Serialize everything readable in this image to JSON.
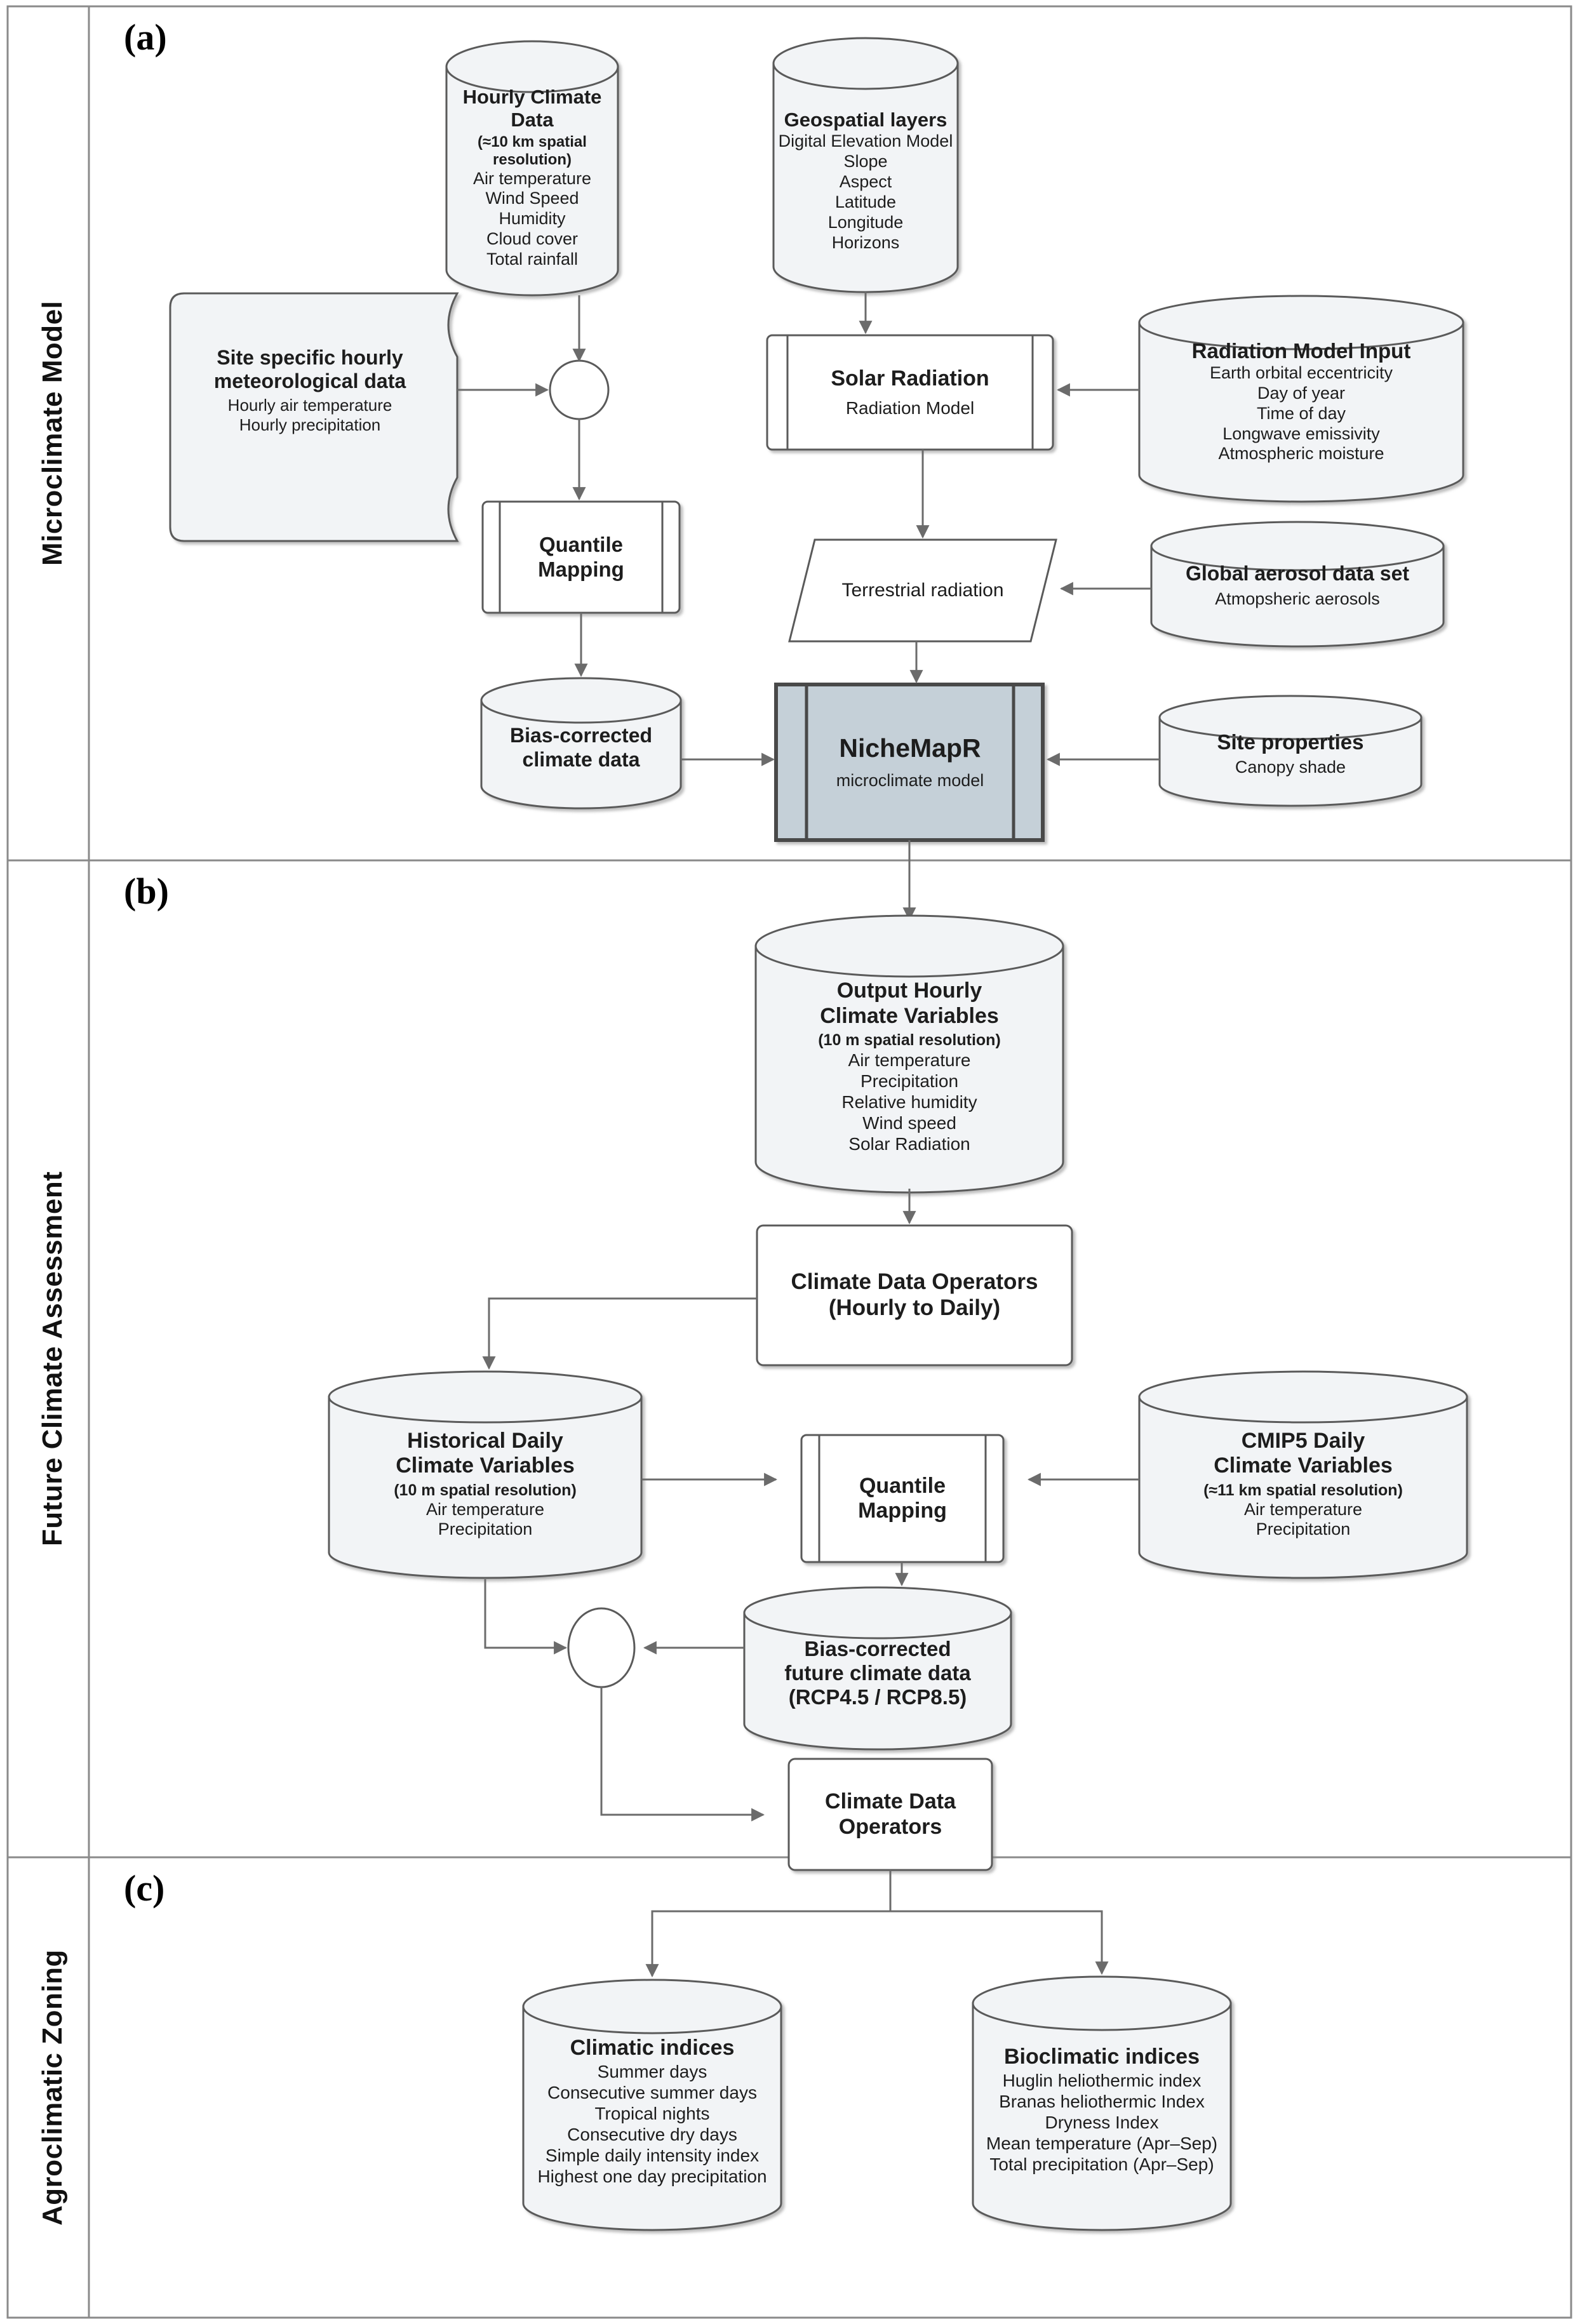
{
  "figure": {
    "panels": [
      {
        "tag": "(a)",
        "label": "Microclimate Model"
      },
      {
        "tag": "(b)",
        "label": "Future Climate Assessment"
      },
      {
        "tag": "(c)",
        "label": "Agroclimatic Zoning"
      }
    ],
    "colors": {
      "node_fill": "#f2f4f6",
      "node_stroke": "#5a5a5a",
      "highlight_fill": "#c5d0d8",
      "highlight_stroke": "#4a4a4a",
      "connector": "#6b6b6b",
      "frame": "#8a8a8a"
    }
  },
  "nodes": {
    "hourly_climate_data": {
      "title": "Hourly Climate Data",
      "subtitle": "(≈10 km spatial resolution)",
      "items": [
        "Air temperature",
        "Wind Speed",
        "Humidity",
        "Cloud cover",
        "Total rainfall"
      ]
    },
    "geospatial_layers": {
      "title": "Geospatial layers",
      "items": [
        "Digital Elevation Model",
        "Slope",
        "Aspect",
        "Latitude",
        "Longitude",
        "Horizons"
      ]
    },
    "site_specific_met": {
      "title_lines": [
        "Site specific hourly",
        "meteorological data"
      ],
      "items": [
        "Hourly air temperature",
        "Hourly precipitation"
      ]
    },
    "solar_radiation": {
      "title": "Solar Radiation",
      "subtitle": "Radiation Model"
    },
    "radiation_model_input": {
      "title": "Radiation Model Input",
      "items": [
        "Earth orbital eccentricity",
        "Day of year",
        "Time of day",
        "Longwave emissivity",
        "Atmospheric moisture"
      ]
    },
    "quantile_mapping_a": {
      "title_lines": [
        "Quantile",
        "Mapping"
      ]
    },
    "terrestrial_radiation": {
      "label": "Terrestrial radiation"
    },
    "global_aerosol": {
      "title": "Global aerosol data set",
      "items": [
        "Atmopsheric aerosols"
      ]
    },
    "bias_corrected_climate": {
      "title_lines": [
        "Bias-corrected",
        "climate data"
      ]
    },
    "nichemapr": {
      "title": "NicheMapR",
      "subtitle": "microclimate model"
    },
    "site_properties": {
      "title": "Site properties",
      "items": [
        "Canopy shade"
      ]
    },
    "output_hourly": {
      "title_lines": [
        "Output Hourly",
        "Climate Variables"
      ],
      "subtitle": "(10 m spatial resolution)",
      "items": [
        "Air temperature",
        "Precipitation",
        "Relative humidity",
        "Wind speed",
        "Solar Radiation"
      ]
    },
    "cdo_hourly_daily": {
      "title_lines": [
        "Climate Data Operators",
        "(Hourly to Daily)"
      ]
    },
    "historical_daily": {
      "title_lines": [
        "Historical Daily",
        "Climate Variables"
      ],
      "subtitle": "(10 m spatial resolution)",
      "items": [
        "Air temperature",
        "Precipitation"
      ]
    },
    "quantile_mapping_b": {
      "title_lines": [
        "Quantile",
        "Mapping"
      ]
    },
    "cmip5_daily": {
      "title_lines": [
        "CMIP5 Daily",
        "Climate Variables"
      ],
      "subtitle": "(≈11 km spatial resolution)",
      "items": [
        "Air temperature",
        "Precipitation"
      ]
    },
    "bias_corrected_future": {
      "title_lines": [
        "Bias-corrected",
        "future climate data",
        "(RCP4.5 / RCP8.5)"
      ]
    },
    "cdo_final": {
      "title_lines": [
        "Climate Data",
        "Operators"
      ]
    },
    "climatic_indices": {
      "title": "Climatic indices",
      "items": [
        "Summer days",
        "Consecutive summer days",
        "Tropical nights",
        "Consecutive dry days",
        "Simple daily intensity index",
        "Highest one day precipitation"
      ]
    },
    "bioclimatic_indices": {
      "title": "Bioclimatic indices",
      "items": [
        "Huglin heliothermic index",
        "Branas heliothermic Index",
        "Dryness Index",
        "Mean temperature (Apr–Sep)",
        "Total precipitation (Apr–Sep)"
      ]
    }
  }
}
